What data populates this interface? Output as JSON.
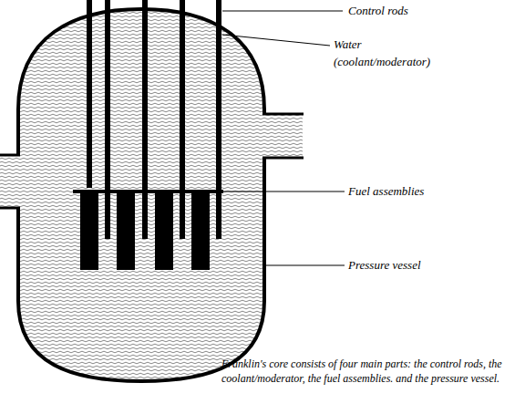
{
  "diagram": {
    "caption": "Franklin's core consists of four main parts: the control rods, the coolant/moderator, the fuel assemblies. and the pressure vessel.",
    "labels": [
      "Control rods",
      "Water (coolant/moderator)",
      "Fuel assemblies",
      "Pressure vessel"
    ]
  }
}
